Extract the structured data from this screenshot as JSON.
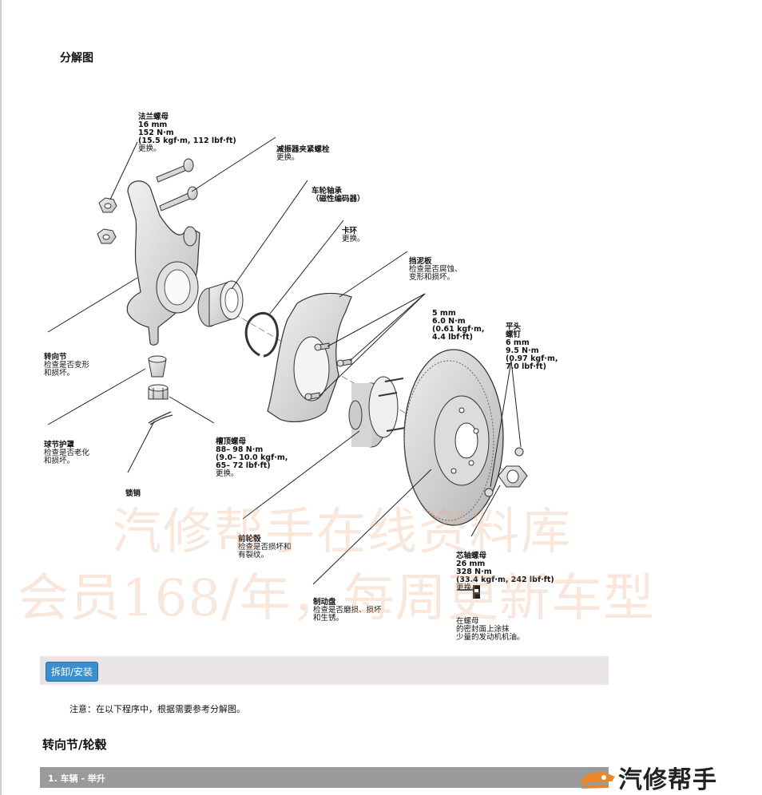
{
  "section_title": "分解图",
  "callouts": {
    "flange_nut": [
      "法兰螺母",
      "16 mm",
      "152 N·m",
      "(15.5 kgf·m, 112 lbf·ft)",
      "更换。"
    ],
    "damper_bolt": [
      "减振器夹紧螺栓",
      "更换。"
    ],
    "wheel_bearing": [
      "车轮轴承",
      "（磁性编码器）"
    ],
    "snap_ring": [
      "卡环",
      "更换。"
    ],
    "splash_guard": [
      "挡泥板",
      "检查是否腐蚀、",
      "变形和损坏。"
    ],
    "bolt_5mm": [
      "5 mm",
      "6.0 N·m",
      "(0.61 kgf·m,",
      "4.4 lbf·ft)"
    ],
    "flat_screw": [
      "平头",
      "螺钉",
      "6 mm",
      "9.5 N·m",
      "(0.97 kgf·m,",
      "7.0 lbf·ft)"
    ],
    "knuckle": [
      "转向节",
      "检查是否变形",
      "和损坏。"
    ],
    "boot": [
      "球节护罩",
      "检查是否老化",
      "和损坏。"
    ],
    "castle_nut": [
      "槽顶螺母",
      "88– 98 N·m",
      "(9.0– 10.0 kgf·m,",
      "65– 72 lbf·ft)",
      "更换。"
    ],
    "cotter_pin": [
      "锁销"
    ],
    "hub": [
      "前轮毂",
      "检查是否损坏和",
      "有裂纹。"
    ],
    "spindle_nut": [
      "芯轴螺母",
      "26 mm",
      "328 N·m",
      "(33.4 kgf·m, 242 lbf·ft)",
      "更换。"
    ],
    "disc": [
      "制动盘",
      "检查是否磨损、损坏",
      "和生锈。"
    ],
    "oil_note": [
      "在螺母",
      "的密封面上涂抹",
      "少量的发动机机油。"
    ]
  },
  "watermark": {
    "line1": "汽修帮手在线资料库",
    "line2": "会员168/年，每周更新车型"
  },
  "tab_label": "拆卸/安装",
  "note": "注意：在以下程序中，根据需要参考分解图。",
  "heading": "转向节/轮毂",
  "step_label": "1. 车辆 - 举升",
  "logo_text": "汽修帮手",
  "colors": {
    "tab_bg": "#3b8fd1",
    "bar_bg": "#e9e4e8",
    "step_bg": "#9a9a9a",
    "watermark": "#eaa37d",
    "logo_orange": "#e8862a"
  }
}
